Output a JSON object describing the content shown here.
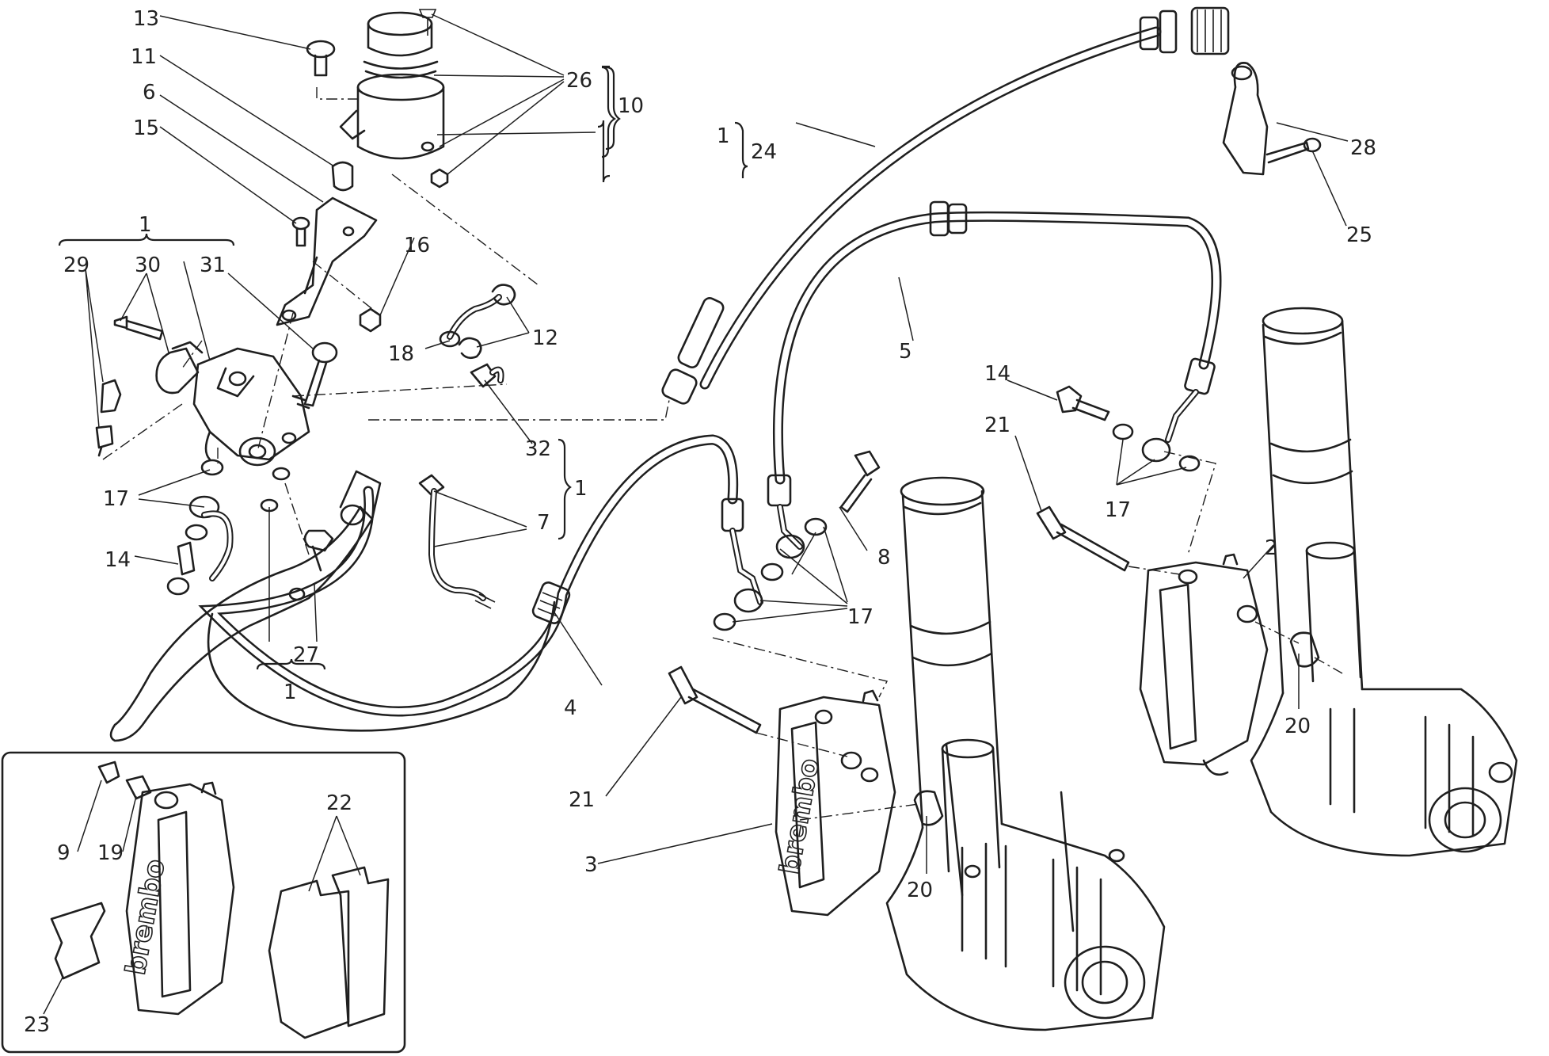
{
  "callouts": {
    "n1_top": "1",
    "n1_hose": "1",
    "n1_right": "1",
    "n1_bottom": "1",
    "n2": "2",
    "n3": "3",
    "n4": "4",
    "n5": "5",
    "n6": "6",
    "n7": "7",
    "n8": "8",
    "n9": "9",
    "n10": "10",
    "n11": "11",
    "n12": "12",
    "n13": "13",
    "n14_left": "14",
    "n14_right": "14",
    "n15": "15",
    "n16": "16",
    "n17_left": "17",
    "n17_mid": "17",
    "n17_right": "17",
    "n18": "18",
    "n19": "19",
    "n20_left": "20",
    "n20_right": "20",
    "n21_left": "21",
    "n21_right": "21",
    "n22": "22",
    "n23": "23",
    "n24": "24",
    "n25": "25",
    "n26": "26",
    "n27": "27",
    "n28": "28",
    "n29": "29",
    "n30": "30",
    "n31": "31",
    "n32": "32"
  },
  "caliper_brand": {
    "main": "brembo",
    "inset": "brembo"
  }
}
